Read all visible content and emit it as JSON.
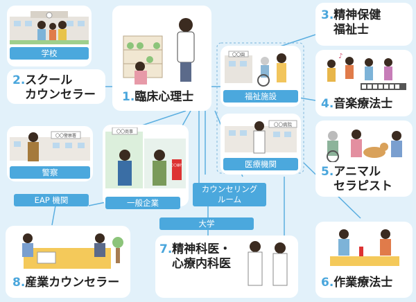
{
  "colors": {
    "background": "#e2f1fa",
    "accent": "#4ba8dd",
    "number": "#4aa6dc",
    "line": "#5aaee0"
  },
  "nodes": {
    "n1": {
      "num": "1.",
      "text": "臨床心理士"
    },
    "n2": {
      "num": "2.",
      "line1": "スクール",
      "line2": "カウンセラー"
    },
    "n3": {
      "num": "3.",
      "line1": "精神保健",
      "line2": "福祉士"
    },
    "n4": {
      "num": "4.",
      "text": "音楽療法士"
    },
    "n5": {
      "num": "5.",
      "line1": "アニマル",
      "line2": "セラピスト"
    },
    "n6": {
      "num": "6.",
      "text": "作業療法士"
    },
    "n7": {
      "num": "7.",
      "line1": "精神科医・",
      "line2": "心療内科医"
    },
    "n8": {
      "num": "8.",
      "text": "産業カウンセラー"
    }
  },
  "places": {
    "school": "学校",
    "welfare": "福祉施設",
    "medical": "医療機関",
    "police": "警察",
    "eap": "EAP 機関",
    "company": "一般企業",
    "counseling_line1": "カウンセリング",
    "counseling_line2": "ルーム",
    "university": "大学"
  },
  "signs": {
    "welfare_building": "〇〇園",
    "hospital": "〇〇病院",
    "police_station": "〇〇警察署",
    "company_building": "〇〇商事",
    "bank": "〇〇銀行"
  },
  "icons": [
    "school-illustration",
    "counselor-illustration",
    "welfare-illustration",
    "music-illustration",
    "animal-illustration",
    "hospital-illustration",
    "police-illustration",
    "office-illustration",
    "occupational-illustration",
    "doctors-illustration",
    "meeting-illustration"
  ]
}
